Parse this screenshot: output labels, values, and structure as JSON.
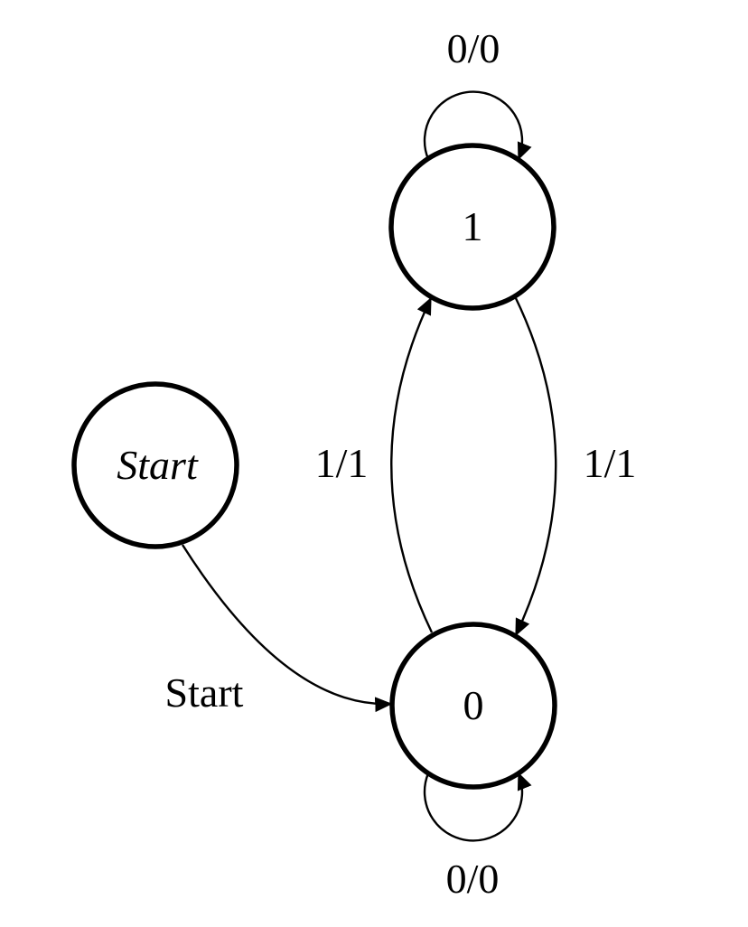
{
  "page": {
    "background_color": "#ffffff",
    "ink_color": "#000000"
  },
  "diagram": {
    "type": "finite-state-machine",
    "states": [
      {
        "id": "Start",
        "label": "Start"
      },
      {
        "id": "1",
        "label": "1"
      },
      {
        "id": "0",
        "label": "0"
      }
    ],
    "transitions": [
      {
        "from": "Start",
        "to": "0",
        "label": "Start"
      },
      {
        "from": "0",
        "to": "1",
        "label": "1/1"
      },
      {
        "from": "1",
        "to": "0",
        "label": "1/1"
      },
      {
        "from": "1",
        "to": "1",
        "label": "0/0"
      },
      {
        "from": "0",
        "to": "0",
        "label": "0/0"
      }
    ]
  }
}
